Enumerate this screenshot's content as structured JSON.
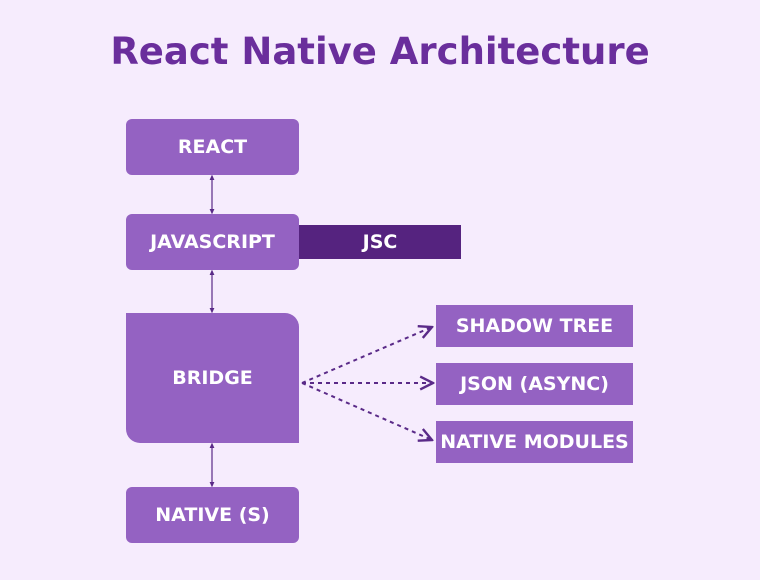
{
  "title": "React Native Architecture",
  "boxes": {
    "react": "REACT",
    "javascript": "JAVASCRIPT",
    "jsc": "JSC",
    "bridge": "BRIDGE",
    "native": "NATIVE (S)"
  },
  "targets": [
    "SHADOW TREE",
    "JSON (ASYNC)",
    "NATIVE MODULES"
  ],
  "colors": {
    "background": "#f6ecfd",
    "box": "#9462c2",
    "jsc": "#55237f",
    "title": "#6a2e9c",
    "arrow": "#5a2a88"
  }
}
